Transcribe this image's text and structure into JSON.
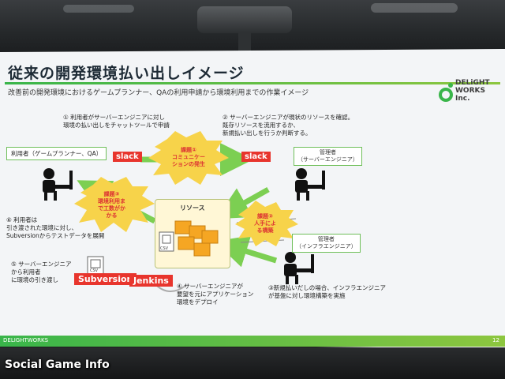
{
  "slide": {
    "title": "従来の開発環境払い出しイメージ",
    "subtitle": "改善前の開発環境におけるゲームプランナー、QAの利用申請から環境利用までの作業イメージ"
  },
  "logo": {
    "line1": "DELiGHT",
    "line2": "WORKS",
    "line3": "Inc."
  },
  "steps": {
    "s1": {
      "line1": "① 利用者がサーバーエンジニアに対し",
      "line2": "環境の払い出しをチャットツールで申請"
    },
    "s2": {
      "line1": "② サーバーエンジニアが現状のリソースを確認。",
      "line2": "既存リソースを流用するか、",
      "line3": "新規払い出しを行うか判断する。"
    },
    "s3": {
      "line1": "③新規払いだしの場合、インフラエンジニア",
      "line2": "が基盤に対し環境構築を実施"
    },
    "s4": {
      "line1": "④ サーバーエンジニアが",
      "line2": "要望を元にアプリケーション",
      "line3": "環境をデプロイ"
    },
    "s5": {
      "line1": "⑤ サーバーエンジニア",
      "line2": "から利用者",
      "line3": "に環境の引き渡し"
    },
    "s6": {
      "line1": "⑥ 利用者は",
      "line2": "引き渡された環境に対し、",
      "line3": "Subversionからテストデータを展開"
    }
  },
  "actors": {
    "user": "利用者（ゲームプランナー、QA）",
    "server_line1": "管理者",
    "server_line2": "（サーバーエンジニア）",
    "infra_line1": "管理者",
    "infra_line2": "（インフラエンジニア）"
  },
  "tools": {
    "slack": "slack",
    "subversion": "Subversion",
    "jenkins": "Jenkins",
    "csv": "CSV"
  },
  "issues": {
    "i1": {
      "line1": "課題①",
      "line2": "コミュニケー",
      "line3": "ションの発生"
    },
    "i2": {
      "line1": "課題②",
      "line2": "人手によ",
      "line3": "る構築"
    },
    "i3": {
      "line1": "課題③",
      "line2": "環境利用ま",
      "line3": "で工数がか",
      "line4": "かる"
    }
  },
  "resource": {
    "label": "リソース"
  },
  "footer": {
    "left": "DELIGHTWORKS",
    "right": "12"
  },
  "watermark": "Social Game Info",
  "colors": {
    "accent_green": "#39b54a",
    "slack_red": "#e8352d",
    "issue_yellow": "#f7d34a",
    "arrow_green": "#7ccf52"
  }
}
